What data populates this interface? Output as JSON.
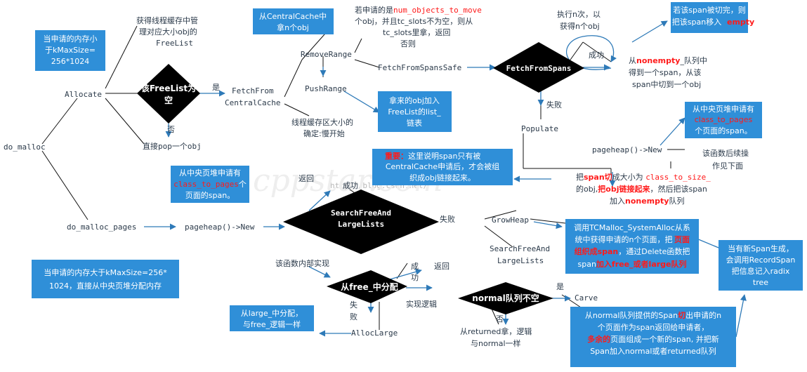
{
  "entry": {
    "do_malloc": "do_malloc",
    "allocate": "Allocate",
    "do_malloc_pages": "do_malloc_pages"
  },
  "boxes": {
    "small_size": [
      "当申请的内存小",
      "于kMaxSize=",
      "256*1024"
    ],
    "large_size": [
      "当申请的内存大于kMaxSize=256*",
      "1024，直接从中央页堆分配内存"
    ],
    "from_central": [
      "从CentralCache中",
      "拿n个obj"
    ],
    "add_freelist": [
      "拿来的obj加入",
      "FreeList的list_",
      "链表"
    ],
    "move_empty": {
      "pre": "若该span被切完，则",
      "line2pre": "把该span移入",
      "line2red": "empty"
    },
    "page_heap_span1": {
      "l1": "从中央页堆申请有",
      "red": "class_to_pages",
      "l3": "个页面的span。"
    },
    "important": {
      "redlbl": "重要：",
      "l1": "这里说明span只有被",
      "l2": "CentralCache申请后，才会被组",
      "l3": "织成obj链接起来。"
    },
    "page_heap_span2": {
      "l1": "从中央页堆申请有",
      "red": "class_to_pages",
      "redsuffix": "个",
      "l3": "页面的span。"
    },
    "system_alloc": {
      "l1": "调用TCMalloc_SystemAlloc从系",
      "l2": "统中获得申请的n个页面，把",
      "red1": "页面",
      "l3red": "组织成span",
      "l3": "，通过Delete函数把",
      "l4": "span",
      "l4red": "加入free_或者large队列"
    },
    "radix": [
      "当有新Span生成，",
      "会调用RecordSpan",
      "把信息记入radix",
      "tree"
    ],
    "large_split": [
      "从large_中分配，",
      "与free_逻辑一样"
    ],
    "normal_split": {
      "l1a": "从normal队列提供的Span",
      "l1red": "切",
      "l1b": "出申请的n",
      "l2": "个页面作为span返回给申请者，",
      "l3red": "多余的",
      "l3": "页面组成一个新的span, 并把新",
      "l4": "Span加入normal或者returned队列"
    }
  },
  "diamonds": {
    "freelist_empty": [
      "该FreeList为",
      "空"
    ],
    "fetch_spans": "FetchFromSpans",
    "search_free_large": [
      "SearchFreeAnd",
      "LargeLists"
    ],
    "from_free": "从free_中分配",
    "normal_not_empty": "normal队列不空"
  },
  "labels": {
    "get_thread_cache": [
      "获得线程缓存中管",
      "理对应大小obj的",
      "FreeList"
    ],
    "yes": "是",
    "no": "否",
    "fetch_from_central": [
      "FetchFrom",
      "CentralCache"
    ],
    "direct_pop": "直接pop一个obj",
    "remove_range": "RemoveRange",
    "push_range": "PushRange",
    "slow_start": [
      "线程缓存区大小的",
      "确定:慢开始"
    ],
    "if_num_objects": {
      "pre": "若申请的是",
      "red": "num_objects_to_move",
      "l2": "个obj，并且tc_slots不为空，则从",
      "l3": "tc_slots里拿，返回",
      "l4": "否则"
    },
    "fetch_safe": "FetchFromSpansSafe",
    "exec_n": [
      "执行n次，以",
      "获得n个obj"
    ],
    "success": "成功",
    "from_nonempty": {
      "pre": "从",
      "red": "nonempty",
      "post": "_队列中",
      "l2": "得到一个span，从该",
      "l3": "span中切到一个obj"
    },
    "fail": "失败",
    "populate": "Populate",
    "pageheap_new": "pageheap()->New",
    "follow_desc": [
      "该函数后续操",
      "作见下面"
    ],
    "split_span": {
      "pre": "把",
      "redb1": "span切",
      "mid": "成大小为 ",
      "red2": "class_to_size_",
      "l2pre": "的obj,",
      "l2red": "把obj链接起来",
      "l2post": "，然后把该span",
      "l3pre": "加入",
      "l3red": "nonempty",
      "l3post": "队列"
    },
    "return1": "返回",
    "success2": "成功",
    "pageheap_new2": "pageheap()->New",
    "fail2": "失败",
    "grow_heap": "GrowHeap",
    "search_again": [
      "SearchFreeAnd",
      "LargeLists"
    ],
    "inner_impl": "该函数内部实现",
    "success3": [
      "成",
      "功"
    ],
    "return2": "返回",
    "fail3": [
      "失",
      "败"
    ],
    "impl_logic": "实现逻辑",
    "yes2": "是",
    "carve": "Carve",
    "no2": "否",
    "alloc_large": "AllocLarge",
    "from_returned": [
      "从returned拿，逻辑",
      "与normal一样"
    ]
  },
  "watermark": {
    "url": "http://blog.csdn.net/"
  },
  "colors": {
    "box": "#2f8fd8",
    "accent_red": "#ff1a1a",
    "arrow": "#2e7ab8"
  }
}
